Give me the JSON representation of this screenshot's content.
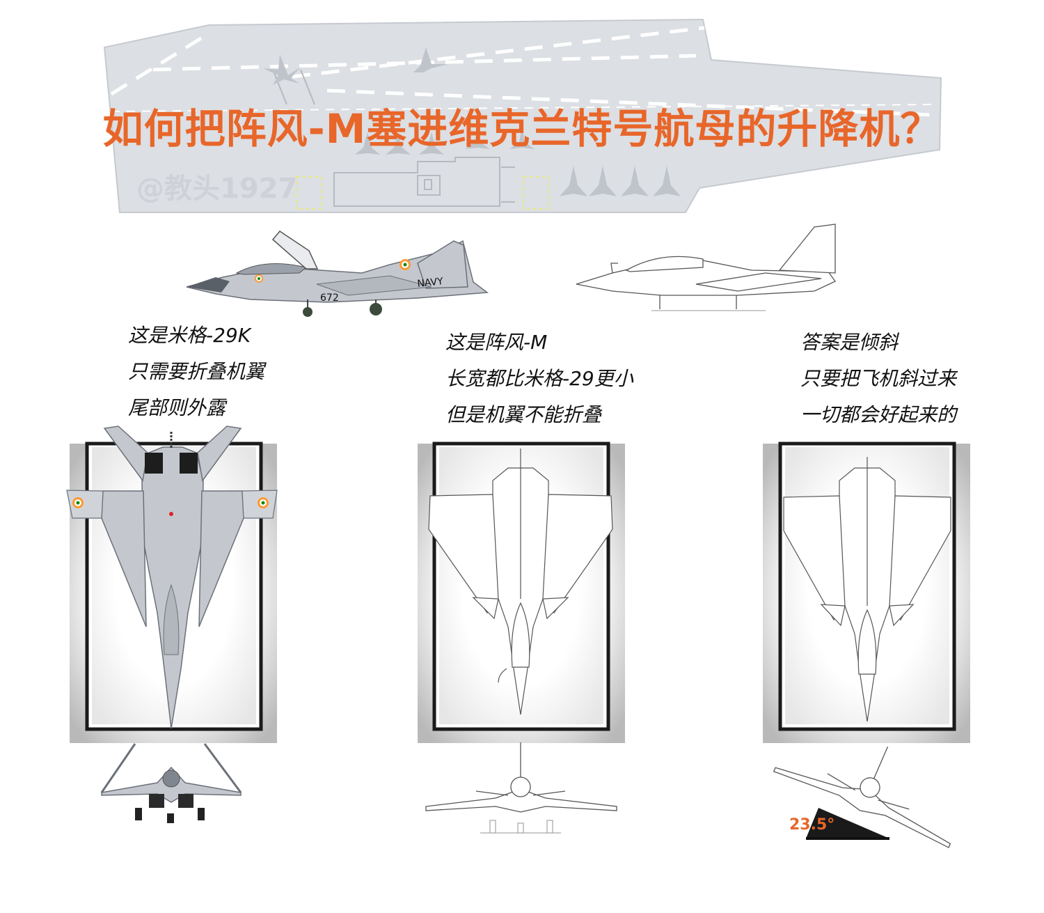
{
  "title": "如何把阵风-M塞进维克兰特号航母的升降机？",
  "watermark": "@教头1927",
  "captions": {
    "mig": [
      "这是米格-29K",
      "只需要折叠机翼",
      "尾部则外露"
    ],
    "rafale": [
      "这是阵风-M",
      "长宽都比米格-29更小",
      "但是机翼不能折叠"
    ],
    "answer": [
      "答案是倾斜",
      "只要把飞机斜过来",
      "一切都会好起来的"
    ]
  },
  "mig_side": {
    "tail_text": "NAVY",
    "side_number": "672"
  },
  "tilt_angle": "23.5°",
  "colors": {
    "title": "#e8662a",
    "watermark": "#ced2d8",
    "deck": "#dcdfe3",
    "deck_edge": "#c6cad0",
    "mig_gray": "#c4c8ce",
    "mig_dark": "#8d939b",
    "line_art": "#555555",
    "elevator_frame": "#1a1a1a",
    "accent": "#e8662a"
  }
}
